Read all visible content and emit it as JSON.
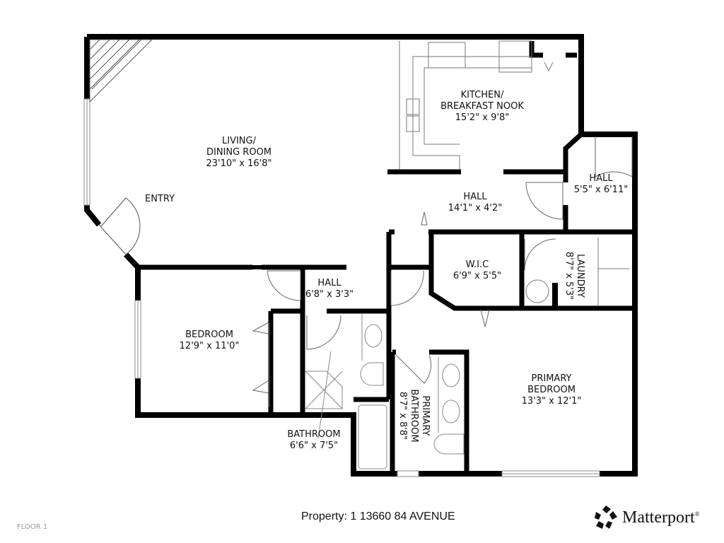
{
  "floorplan": {
    "floor_label": "FLOOR 1",
    "property_label": "Property:  1 13660 84 AVENUE",
    "brand": {
      "name": "Matterport",
      "trademark": "®",
      "icon": "matterport-logo-icon"
    },
    "colors": {
      "wall": "#000000",
      "fixture_line": "#888888",
      "background": "#ffffff",
      "text": "#111111"
    },
    "rooms": [
      {
        "id": "living",
        "name": "LIVING/",
        "name2": "DINING ROOM",
        "dims": "23'10\" x 16'8\""
      },
      {
        "id": "entry",
        "name": "ENTRY"
      },
      {
        "id": "kitchen",
        "name": "KITCHEN/",
        "name2": "BREAKFAST NOOK",
        "dims": "15'2\" x 9'8\""
      },
      {
        "id": "hall_main",
        "name": "HALL",
        "dims": "14'1\" x 4'2\""
      },
      {
        "id": "hall_ne",
        "name": "HALL",
        "dims": "5'5\" x 6'11\""
      },
      {
        "id": "wic",
        "name": "W.I.C",
        "dims": "6'9\" x 5'5\""
      },
      {
        "id": "laundry",
        "name": "LAUNDRY",
        "dims": "8'7\" x 5'3\""
      },
      {
        "id": "hall_sw",
        "name": "HALL",
        "dims": "6'8\" x 3'3\""
      },
      {
        "id": "bedroom",
        "name": "BEDROOM",
        "dims": "12'9\" x 11'0\""
      },
      {
        "id": "bathroom",
        "name": "BATHROOM",
        "dims": "6'6\" x 7'5\""
      },
      {
        "id": "primary_bath",
        "name": "PRIMARY",
        "name2": "BATHROOM",
        "dims": "8'7\" x 8'8\""
      },
      {
        "id": "primary_bed",
        "name": "PRIMARY",
        "name2": "BEDROOM",
        "dims": "13'3\" x 12'1\""
      }
    ]
  }
}
